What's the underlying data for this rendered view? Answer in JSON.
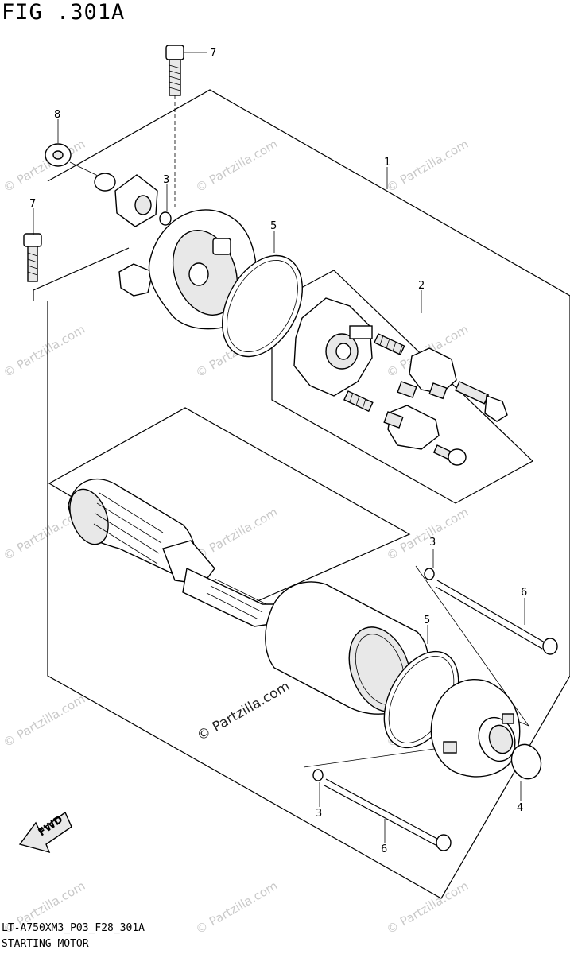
{
  "header": {
    "figure_title": "FIG .301A"
  },
  "footer": {
    "drawing_code": "LT-A750XM3_P03_F28_301A",
    "drawing_name": "STARTING MOTOR"
  },
  "watermark": {
    "text": "© Partzilla.com",
    "main_text": "© Partzilla.com"
  },
  "fwd_label": "FWD",
  "callouts": [
    {
      "id": "c7a",
      "label": "7"
    },
    {
      "id": "c8",
      "label": "8"
    },
    {
      "id": "c3a",
      "label": "3"
    },
    {
      "id": "c7b",
      "label": "7"
    },
    {
      "id": "c1",
      "label": "1"
    },
    {
      "id": "c5a",
      "label": "5"
    },
    {
      "id": "c2",
      "label": "2"
    },
    {
      "id": "c3b",
      "label": "3"
    },
    {
      "id": "c6a",
      "label": "6"
    },
    {
      "id": "c5b",
      "label": "5"
    },
    {
      "id": "c3c",
      "label": "3"
    },
    {
      "id": "c4",
      "label": "4"
    },
    {
      "id": "c6b",
      "label": "6"
    }
  ]
}
